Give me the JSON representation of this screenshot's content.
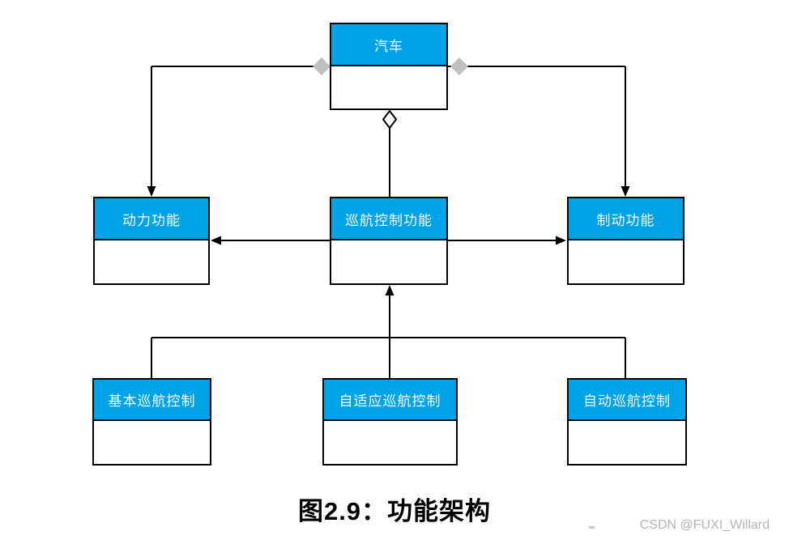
{
  "diagram": {
    "boxes": [
      {
        "id": "car",
        "label": "汽车"
      },
      {
        "id": "power-function",
        "label": "动力功能"
      },
      {
        "id": "cruise-control-function",
        "label": "巡航控制功能"
      },
      {
        "id": "brake-function",
        "label": "制动功能"
      },
      {
        "id": "basic-cruise-control",
        "label": "基本巡航控制"
      },
      {
        "id": "adaptive-cruise-control",
        "label": "自适应巡航控制"
      },
      {
        "id": "auto-cruise-control",
        "label": "自动巡航控制"
      }
    ],
    "colors": {
      "box_header_fill": "#00A2E8",
      "box_header_text": "#FFFFFF",
      "line": "#000000",
      "filled_diamond": "#C0C0C0"
    }
  },
  "caption": "图2.9：功能架构",
  "watermark": "CSDN @FUXI_Willard"
}
